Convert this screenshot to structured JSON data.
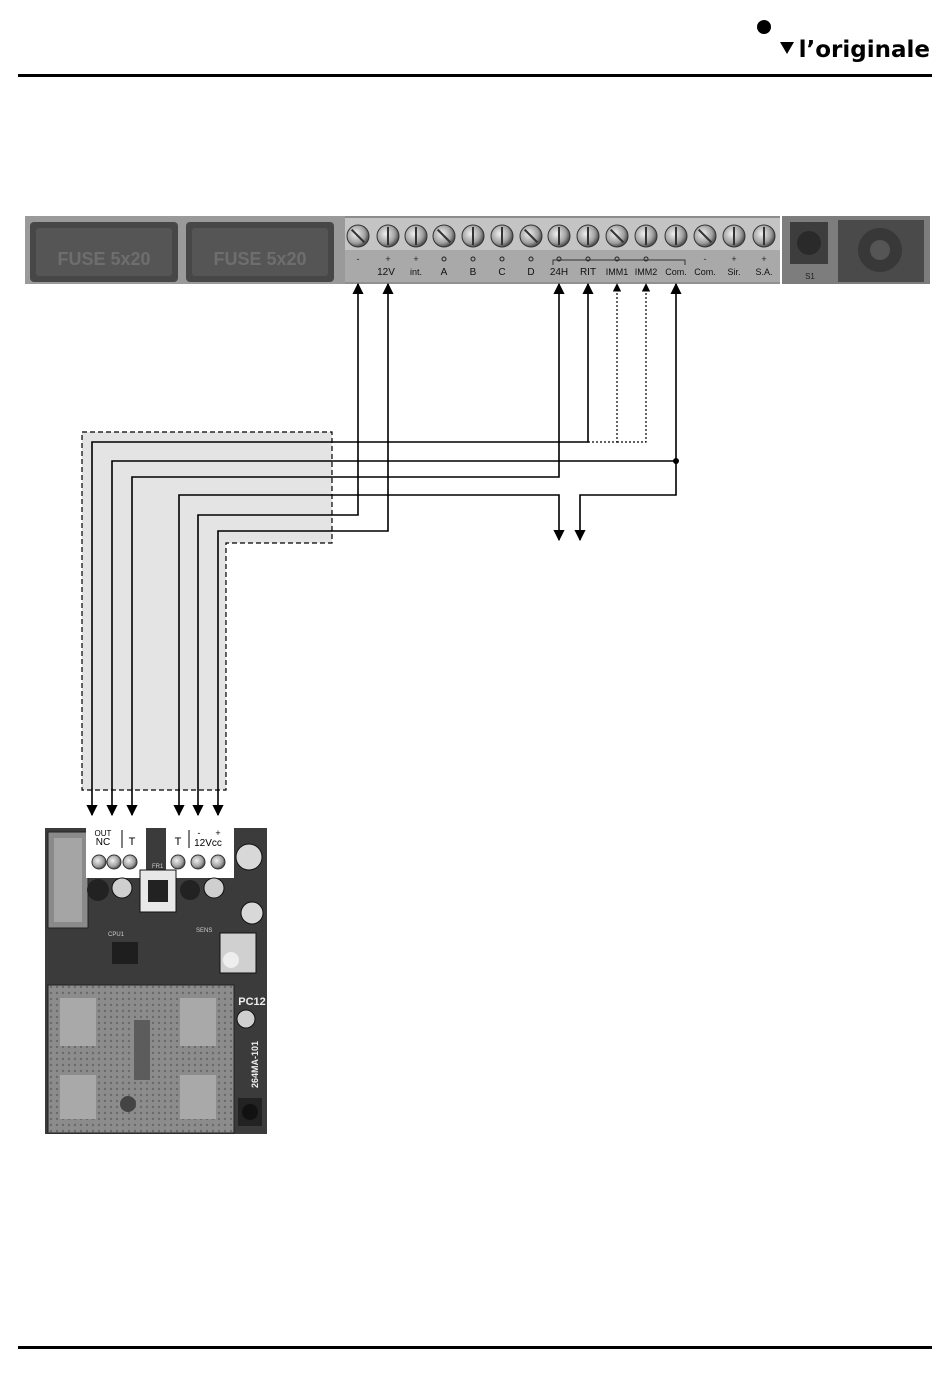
{
  "header": {
    "brand": "l’originale"
  },
  "terminal_strip": {
    "fuse_labels": [
      "FUSE 5x20",
      "FUSE 5x20"
    ],
    "top_signs": [
      "-",
      "+",
      "+",
      "",
      "",
      "",
      "",
      "",
      "",
      "",
      "",
      "",
      "-",
      "+",
      "+"
    ],
    "labels": [
      "12V",
      "int.",
      "A",
      "B",
      "C",
      "D",
      "24H",
      "RIT",
      "IMM1",
      "IMM2",
      "Com.",
      "Com.",
      "Sir.",
      "S.A."
    ],
    "button_label": "S1"
  },
  "detector_board": {
    "header_labels": [
      "OUT\nNC",
      "T",
      "T",
      "-  +\n12Vcc"
    ],
    "model": "264MA-101",
    "code": "PC12",
    "silk_labels": [
      "CPU1",
      "SENS",
      "FR1"
    ]
  },
  "colors": {
    "line": "#000000",
    "harness_fill": "#e4e4e4",
    "strip_dark": "#4a4a4a",
    "strip_light": "#b8b8b8",
    "board": "#3b3b3b"
  }
}
